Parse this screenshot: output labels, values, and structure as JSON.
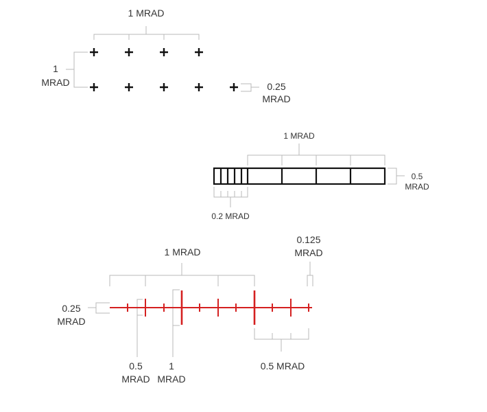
{
  "panel_crosshair": {
    "top_label": "1 MRAD",
    "left_label_line1": "1",
    "left_label_line2": "MRAD",
    "right_label_line1": "0.25",
    "right_label_line2": "MRAD",
    "cross_color": "#111111"
  },
  "panel_box": {
    "top_label": "1 MRAD",
    "right_label_line1": "0.5",
    "right_label_line2": "MRAD",
    "bottom_label": "0.2 MRAD",
    "box_color": "#111111"
  },
  "panel_red": {
    "top_label": "1 MRAD",
    "top_right_label_line1": "0.125",
    "top_right_label_line2": "MRAD",
    "left_label_line1": "0.25",
    "left_label_line2": "MRAD",
    "bottom_label_a_line1": "0.5",
    "bottom_label_a_line2": "MRAD",
    "bottom_label_b_line1": "1",
    "bottom_label_b_line2": "MRAD",
    "bottom_label_c": "0.5 MRAD",
    "line_color": "#d42020"
  },
  "colors": {
    "bracket": "#b8b8b8",
    "text": "#333333",
    "background": "#ffffff"
  }
}
